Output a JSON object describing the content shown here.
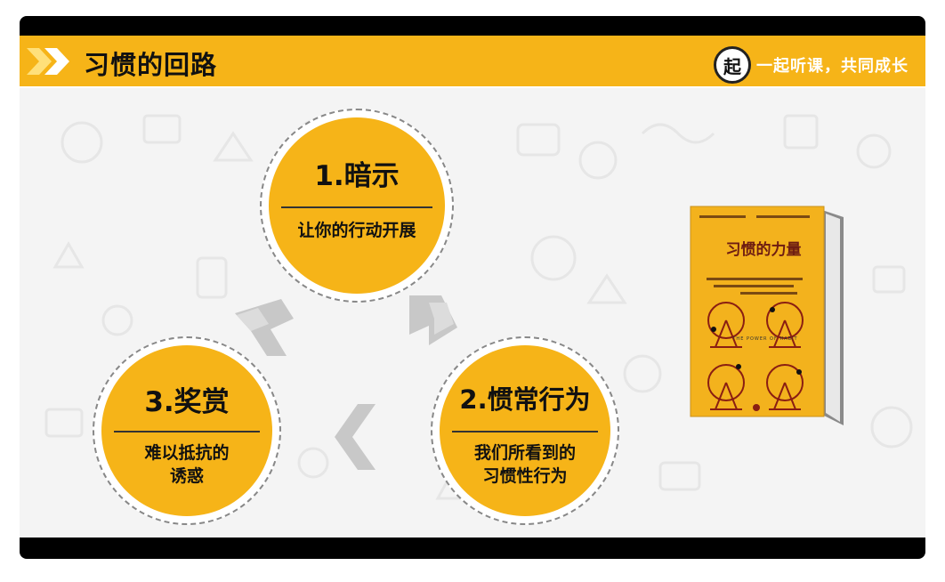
{
  "header": {
    "title": "习惯的回路",
    "logo_char": "起",
    "slogan": "一起听课，共同成长"
  },
  "loop": {
    "step1": {
      "title": "1.暗示",
      "desc": "让你的行动开展"
    },
    "step2": {
      "title": "2.惯常行为",
      "desc_line1": "我们所看到的",
      "desc_line2": "习惯性行为"
    },
    "step3": {
      "title": "3.奖赏",
      "desc_line1": "难以抵抗的",
      "desc_line2": "诱惑"
    }
  },
  "book": {
    "title": "习惯的力量",
    "subtitle": "THE POWER OF HABIT"
  },
  "colors": {
    "accent": "#f6b418",
    "frame": "#000000",
    "arrow": "#c8c8c8",
    "book_red": "#6e1d12"
  }
}
